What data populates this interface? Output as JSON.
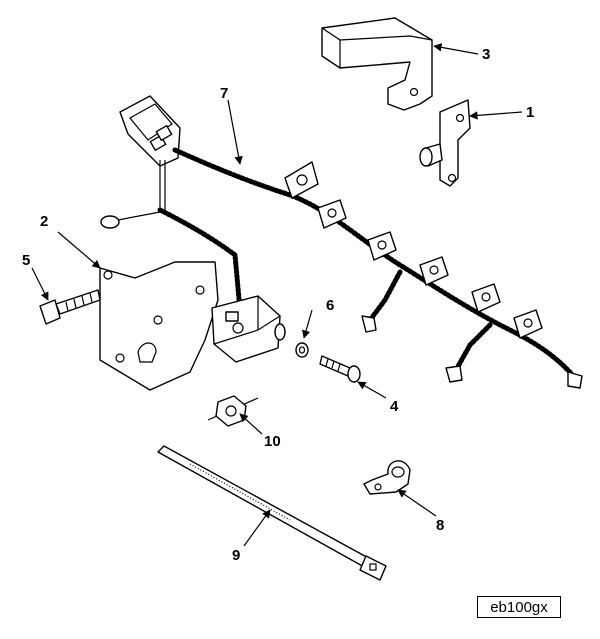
{
  "figure_id": "eb100gx",
  "callouts": [
    {
      "label": "1"
    },
    {
      "label": "2"
    },
    {
      "label": "3"
    },
    {
      "label": "4"
    },
    {
      "label": "5"
    },
    {
      "label": "6"
    },
    {
      "label": "7"
    },
    {
      "label": "8"
    },
    {
      "label": "9"
    },
    {
      "label": "10"
    }
  ]
}
